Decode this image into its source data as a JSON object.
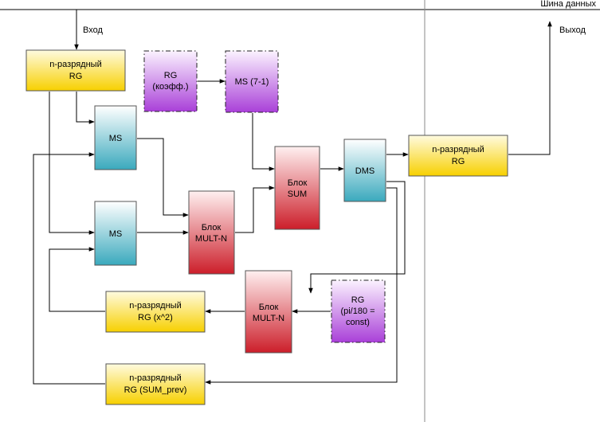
{
  "bus": {
    "label": "Шина данных"
  },
  "io": {
    "input": "Вход",
    "output": "Выход"
  },
  "blocks": {
    "rg_in": {
      "line1": "n-разрядный",
      "line2": "RG"
    },
    "rg_coef": {
      "line1": "RG",
      "line2": "(коэфф.)"
    },
    "ms_71": {
      "line1": "MS (7-1)"
    },
    "ms_top": {
      "line1": "MS"
    },
    "ms_bottom": {
      "line1": "MS"
    },
    "mult_top": {
      "line1": "Блок",
      "line2": "MULT-N"
    },
    "sum": {
      "line1": "Блок",
      "line2": "SUM"
    },
    "dms": {
      "line1": "DMS"
    },
    "rg_out": {
      "line1": "n-разрядный",
      "line2": "RG"
    },
    "mult_bottom": {
      "line1": "Блок",
      "line2": "MULT-N"
    },
    "rg_const": {
      "line1": "RG",
      "line2": "(pi/180 =",
      "line3": "const)"
    },
    "rg_x2": {
      "line1": "n-разрядный",
      "line2": "RG (x^2)"
    },
    "rg_sum_prev": {
      "line1": "n-разрядный",
      "line2": "RG (SUM_prev)"
    }
  },
  "colors": {
    "yellow_top": "#fffbe0",
    "yellow_bottom": "#f7d000",
    "teal_top": "#ffffff",
    "teal_bottom": "#3aa9bd",
    "purple_top": "#fbf2ff",
    "purple_bottom": "#a940d8",
    "red_top": "#fff0f0",
    "red_bottom": "#cc1e2a"
  }
}
